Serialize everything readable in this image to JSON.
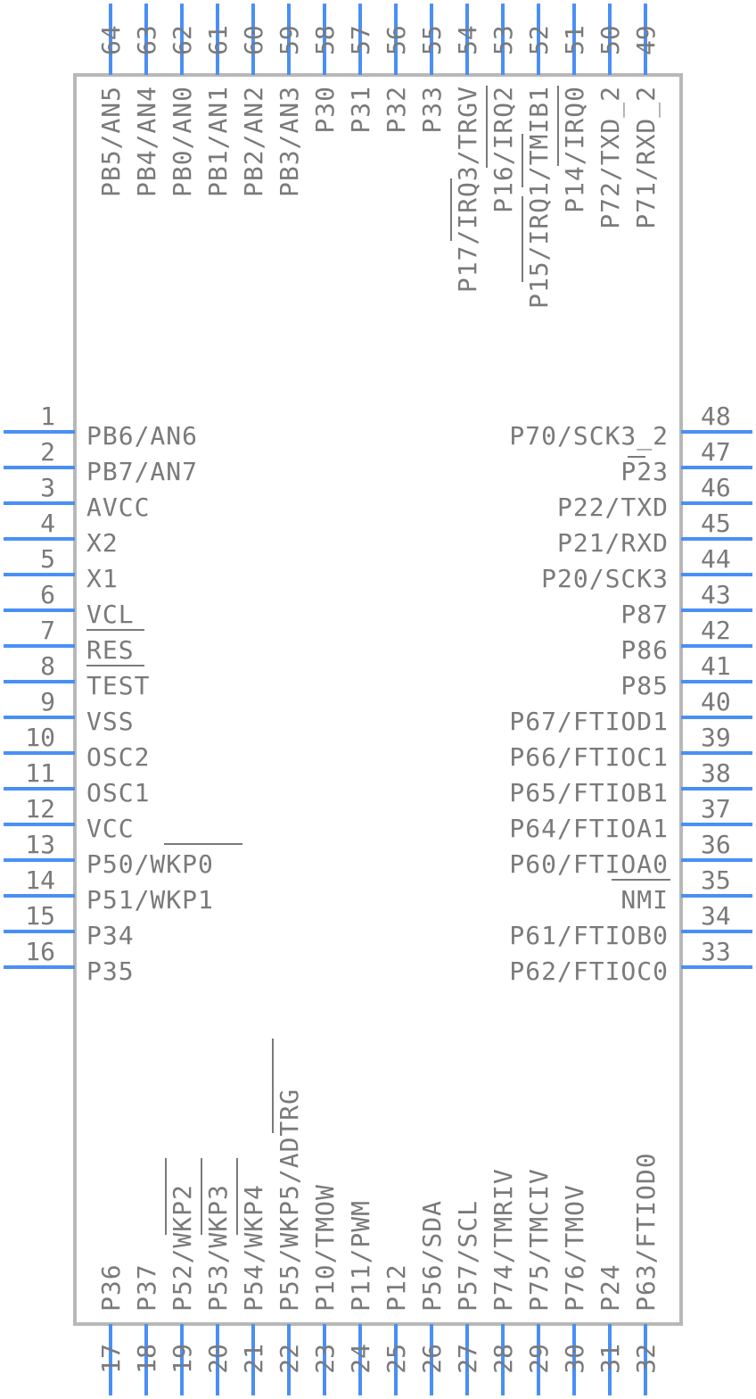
{
  "colors": {
    "pin": "#4a8ff5",
    "body": "#b8b8b8",
    "text": "#7a7a7a"
  },
  "left_pins": [
    {
      "num": "1",
      "label": "PB6/AN6"
    },
    {
      "num": "2",
      "label": "PB7/AN7"
    },
    {
      "num": "3",
      "label": "AVCC"
    },
    {
      "num": "4",
      "label": "X2"
    },
    {
      "num": "5",
      "label": "X1"
    },
    {
      "num": "6",
      "label": "VCL"
    },
    {
      "num": "7",
      "label": "RES"
    },
    {
      "num": "8",
      "label": "TEST"
    },
    {
      "num": "9",
      "label": "VSS"
    },
    {
      "num": "10",
      "label": "OSC2"
    },
    {
      "num": "11",
      "label": "OSC1"
    },
    {
      "num": "12",
      "label": "VCC"
    },
    {
      "num": "13",
      "label": "P50/WKP0"
    },
    {
      "num": "14",
      "label": "P51/WKP1"
    },
    {
      "num": "15",
      "label": "P34"
    },
    {
      "num": "16",
      "label": "P35"
    }
  ],
  "right_pins": [
    {
      "num": "48",
      "label": "P70/SCK3_2"
    },
    {
      "num": "47",
      "label": "P23"
    },
    {
      "num": "46",
      "label": "P22/TXD"
    },
    {
      "num": "45",
      "label": "P21/RXD"
    },
    {
      "num": "44",
      "label": "P20/SCK3"
    },
    {
      "num": "43",
      "label": "P87"
    },
    {
      "num": "42",
      "label": "P86"
    },
    {
      "num": "41",
      "label": "P85"
    },
    {
      "num": "40",
      "label": "P67/FTIOD1"
    },
    {
      "num": "39",
      "label": "P66/FTIOC1"
    },
    {
      "num": "38",
      "label": "P65/FTIOB1"
    },
    {
      "num": "37",
      "label": "P64/FTIOA1"
    },
    {
      "num": "36",
      "label": "P60/FTIOA0"
    },
    {
      "num": "35",
      "label": "NMI"
    },
    {
      "num": "34",
      "label": "P61/FTIOB0"
    },
    {
      "num": "33",
      "label": "P62/FTIOC0"
    }
  ],
  "top_pins": [
    {
      "num": "64",
      "label": "PB5/AN5"
    },
    {
      "num": "63",
      "label": "PB4/AN4"
    },
    {
      "num": "62",
      "label": "PB0/AN0"
    },
    {
      "num": "61",
      "label": "PB1/AN1"
    },
    {
      "num": "60",
      "label": "PB2/AN2"
    },
    {
      "num": "59",
      "label": "PB3/AN3"
    },
    {
      "num": "58",
      "label": "P30"
    },
    {
      "num": "57",
      "label": "P31"
    },
    {
      "num": "56",
      "label": "P32"
    },
    {
      "num": "55",
      "label": "P33"
    },
    {
      "num": "54",
      "label": "P17/IRQ3/TRGV"
    },
    {
      "num": "53",
      "label": "P16/IRQ2"
    },
    {
      "num": "52",
      "label": "P15/IRQ1/TMIB1"
    },
    {
      "num": "51",
      "label": "P14/IRQ0"
    },
    {
      "num": "50",
      "label": "P72/TXD_2"
    },
    {
      "num": "49",
      "label": "P71/RXD_2"
    }
  ],
  "bottom_pins": [
    {
      "num": "17",
      "label": "P36"
    },
    {
      "num": "18",
      "label": "P37"
    },
    {
      "num": "19",
      "label": "P52/WKP2"
    },
    {
      "num": "20",
      "label": "P53/WKP3"
    },
    {
      "num": "21",
      "label": "P54/WKP4"
    },
    {
      "num": "22",
      "label": "P55/WKP5/ADTRG"
    },
    {
      "num": "23",
      "label": "P10/TMOW"
    },
    {
      "num": "24",
      "label": "P11/PWM"
    },
    {
      "num": "25",
      "label": "P12"
    },
    {
      "num": "26",
      "label": "P56/SDA"
    },
    {
      "num": "27",
      "label": "P57/SCL"
    },
    {
      "num": "28",
      "label": "P74/TMRIV"
    },
    {
      "num": "29",
      "label": "P75/TMCIV"
    },
    {
      "num": "30",
      "label": "P76/TMOV"
    },
    {
      "num": "31",
      "label": "P24"
    },
    {
      "num": "32",
      "label": "P63/FTIOD0"
    }
  ]
}
